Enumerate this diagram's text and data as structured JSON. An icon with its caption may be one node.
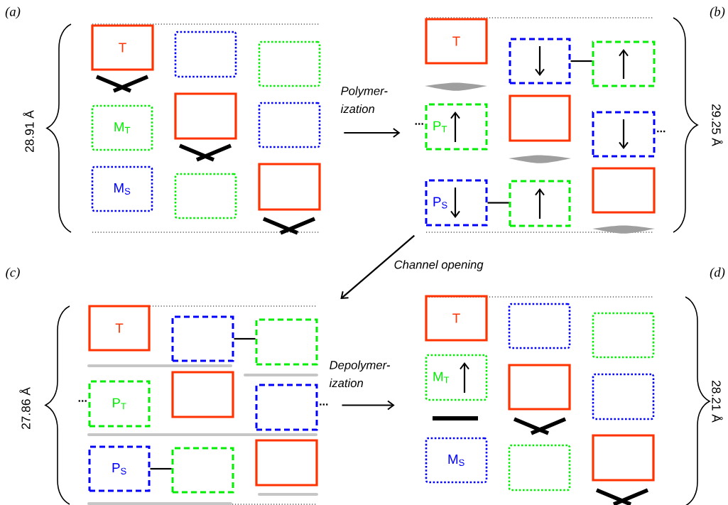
{
  "diagram": {
    "nodes": [
      {
        "text": [
          "T"
        ]
      },
      {
        "text": [],
        "shape": "box"
      },
      {
        "text": [],
        "shape": "box"
      },
      {
        "text": [
          "M$_{T}$"
        ]
      },
      {
        "text": [],
        "shape": "box"
      },
      {
        "text": [],
        "shape": "box"
      },
      {
        "text": [
          "M$_{S}$"
        ]
      },
      {
        "text": [],
        "shape": "box"
      },
      {
        "text": [],
        "shape": "box"
      },
      {
        "text": [
          "T"
        ]
      },
      {
        "text": [],
        "shape": "box"
      },
      {
        "text": [],
        "shape": "box"
      },
      {
        "text": [
          "P$_{T}$"
        ],
        "beside": [
          "..."
        ]
      },
      {
        "text": [],
        "shape": "box"
      },
      {
        "text": [],
        "shape": "box",
        "beside": [
          "..."
        ]
      },
      {
        "text": [
          "P$_{S}$"
        ]
      },
      {
        "text": [],
        "shape": "box"
      },
      {
        "text": [],
        "shape": "box"
      },
      {
        "text": [
          "T"
        ]
      },
      {
        "text": [],
        "shape": "box"
      },
      {
        "text": [],
        "shape": "box"
      },
      {
        "text": [
          "P$_{T}$"
        ],
        "beside": [
          "..."
        ]
      },
      {
        "text": [],
        "shape": "box"
      },
      {
        "text": [],
        "shape": "box",
        "beside": [
          "..."
        ]
      },
      {
        "text": [
          "P$_{S}$"
        ]
      },
      {
        "text": [],
        "shape": "box"
      },
      {
        "text": [],
        "shape": "box"
      },
      {
        "text": [
          "T"
        ]
      },
      {
        "text": [],
        "shape": "box"
      },
      {
        "text": [],
        "shape": "box"
      },
      {
        "text": [
          "M$_{T}$"
        ]
      },
      {
        "text": [],
        "shape": "box"
      },
      {
        "text": [],
        "shape": "box"
      },
      {
        "text": [
          "M$_{S}$"
        ]
      },
      {
        "text": [],
        "shape": "box"
      },
      {
        "text": [],
        "shape": "box"
      }
    ],
    "edges": [
      {
        "from": 5,
        "to": 12,
        "arrow": "to",
        "label": "Polymer- ization"
      },
      {
        "from": 15,
        "to": 20,
        "arrow": "to",
        "label": "Channel opening"
      },
      {
        "from": 23,
        "to": 30,
        "arrow": "to",
        "label": "Depolymer- ization"
      },
      {
        "from": 10,
        "to": 11,
        "arrow": "none"
      },
      {
        "from": 15,
        "to": 16,
        "arrow": "none"
      },
      {
        "from": 19,
        "to": 20,
        "arrow": "none"
      },
      {
        "from": 24,
        "to": 25,
        "arrow": "none"
      }
    ],
    "labels": [
      "(a)",
      "28.91 Å",
      "(b)",
      "29.25 Å",
      "(c)",
      "27.86 Å",
      "(d)",
      "28.21 Å"
    ]
  }
}
